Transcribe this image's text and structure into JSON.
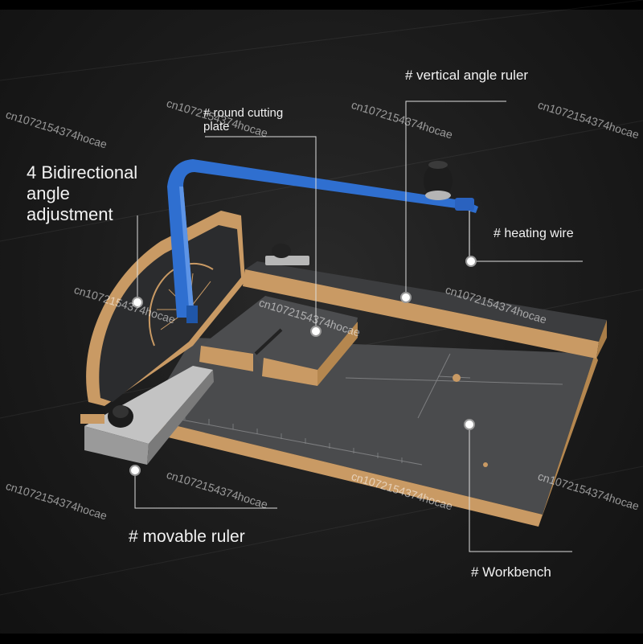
{
  "labels": {
    "vertical_angle_ruler": "# vertical angle ruler",
    "round_cutting_plate": "# round cutting plate",
    "heating_wire": "# heating wire",
    "angle_adjustment": "4 Bidirectional angle adjustment",
    "movable_ruler": "# movable ruler",
    "workbench": "# Workbench"
  },
  "watermark": "cn1072154374hocae",
  "colors": {
    "background": "#1b1b1b",
    "frame_blue": "#2f6fd0",
    "plywood": "#c99a64",
    "surface": "#4a4b4d",
    "callout": "#dddddd"
  }
}
